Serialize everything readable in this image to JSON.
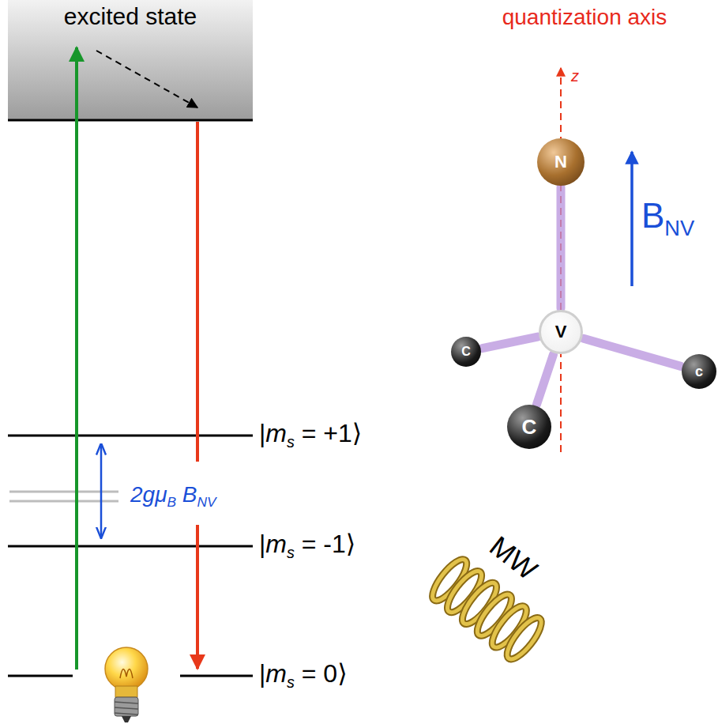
{
  "diagram": {
    "nodes": [
      {
        "text": [
          "excited state"
        ]
      },
      {
        "text": [
          "N"
        ]
      },
      {
        "text": [
          "V"
        ]
      },
      {
        "text": [
          "C"
        ]
      },
      {
        "text": [
          "c"
        ]
      },
      {
        "text": [
          "C"
        ]
      }
    ],
    "edges": [
      {
        "from": 2,
        "to": 1,
        "arrow": "none"
      },
      {
        "from": 2,
        "to": 3,
        "arrow": "none"
      },
      {
        "from": 2,
        "to": 4,
        "arrow": "none"
      },
      {
        "from": 2,
        "to": 5,
        "arrow": "none"
      }
    ],
    "labels": [
      "quantization axis",
      "z",
      "B",
      "NV",
      "|",
      "m",
      "s",
      " = +1⟩",
      "|",
      "m",
      "s",
      " = -1⟩",
      "|",
      "m",
      "s",
      " = 0⟩",
      "2gμ",
      "B",
      " B",
      "NV",
      "MW"
    ]
  }
}
